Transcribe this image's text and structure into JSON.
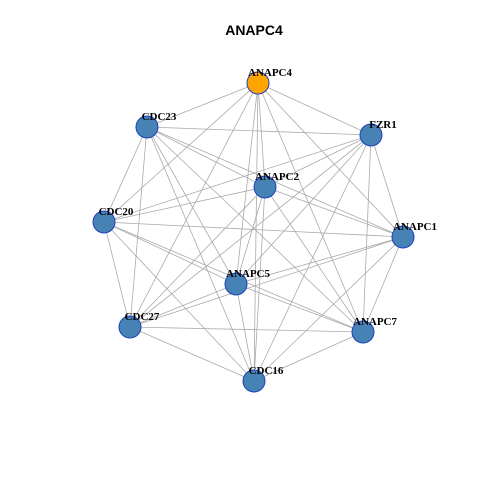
{
  "title": "ANAPC4",
  "colors": {
    "focus_node": "#ffa500",
    "node": "#4682b4",
    "node_border": "#1f3fbf",
    "edge": "#aaaaaa"
  },
  "nodes": [
    {
      "id": "ANAPC4",
      "focus": true
    },
    {
      "id": "CDC23",
      "focus": false
    },
    {
      "id": "FZR1",
      "focus": false
    },
    {
      "id": "ANAPC2",
      "focus": false
    },
    {
      "id": "CDC20",
      "focus": false
    },
    {
      "id": "ANAPC1",
      "focus": false
    },
    {
      "id": "ANAPC5",
      "focus": false
    },
    {
      "id": "CDC27",
      "focus": false
    },
    {
      "id": "ANAPC7",
      "focus": false
    },
    {
      "id": "CDC16",
      "focus": false
    }
  ],
  "edges": [
    [
      "ANAPC4",
      "CDC23"
    ],
    [
      "ANAPC4",
      "FZR1"
    ],
    [
      "ANAPC4",
      "ANAPC2"
    ],
    [
      "ANAPC4",
      "CDC20"
    ],
    [
      "ANAPC4",
      "ANAPC1"
    ],
    [
      "ANAPC4",
      "ANAPC5"
    ],
    [
      "ANAPC4",
      "CDC27"
    ],
    [
      "ANAPC4",
      "ANAPC7"
    ],
    [
      "ANAPC4",
      "CDC16"
    ],
    [
      "CDC23",
      "FZR1"
    ],
    [
      "CDC23",
      "ANAPC2"
    ],
    [
      "CDC23",
      "CDC20"
    ],
    [
      "CDC23",
      "ANAPC1"
    ],
    [
      "CDC23",
      "ANAPC5"
    ],
    [
      "CDC23",
      "CDC27"
    ],
    [
      "CDC23",
      "ANAPC7"
    ],
    [
      "CDC23",
      "CDC16"
    ],
    [
      "FZR1",
      "ANAPC2"
    ],
    [
      "FZR1",
      "CDC20"
    ],
    [
      "FZR1",
      "ANAPC1"
    ],
    [
      "FZR1",
      "ANAPC5"
    ],
    [
      "FZR1",
      "CDC27"
    ],
    [
      "FZR1",
      "ANAPC7"
    ],
    [
      "FZR1",
      "CDC16"
    ],
    [
      "ANAPC2",
      "CDC20"
    ],
    [
      "ANAPC2",
      "ANAPC1"
    ],
    [
      "ANAPC2",
      "ANAPC5"
    ],
    [
      "ANAPC2",
      "CDC27"
    ],
    [
      "ANAPC2",
      "ANAPC7"
    ],
    [
      "ANAPC2",
      "CDC16"
    ],
    [
      "CDC20",
      "ANAPC1"
    ],
    [
      "CDC20",
      "ANAPC5"
    ],
    [
      "CDC20",
      "CDC27"
    ],
    [
      "CDC20",
      "ANAPC7"
    ],
    [
      "CDC20",
      "CDC16"
    ],
    [
      "ANAPC1",
      "ANAPC5"
    ],
    [
      "ANAPC1",
      "CDC27"
    ],
    [
      "ANAPC1",
      "ANAPC7"
    ],
    [
      "ANAPC1",
      "CDC16"
    ],
    [
      "ANAPC5",
      "CDC27"
    ],
    [
      "ANAPC5",
      "ANAPC7"
    ],
    [
      "ANAPC5",
      "CDC16"
    ],
    [
      "CDC27",
      "ANAPC7"
    ],
    [
      "CDC27",
      "CDC16"
    ],
    [
      "ANAPC7",
      "CDC16"
    ]
  ]
}
